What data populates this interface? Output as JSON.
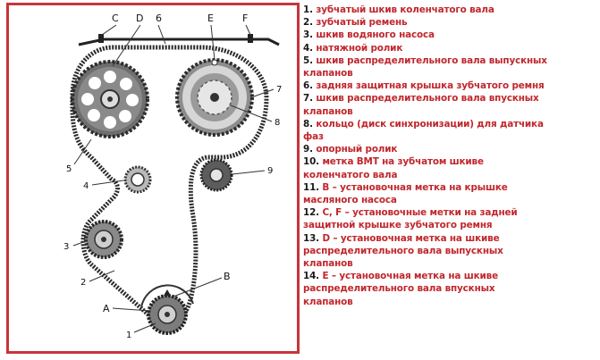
{
  "diagram": {
    "labels": {
      "C": "C",
      "D": "D",
      "six": "6",
      "E": "E",
      "F": "F",
      "seven": "7",
      "eight": "8",
      "five": "5",
      "four": "4",
      "nine": "9",
      "three": "3",
      "two": "2",
      "B": "B",
      "A": "A",
      "one": "1"
    }
  },
  "legend": [
    {
      "num": "1.",
      "lines": [
        "зубчатый шкив коленчатого вала"
      ]
    },
    {
      "num": "2.",
      "lines": [
        "зубчатый ремень"
      ]
    },
    {
      "num": "3.",
      "lines": [
        "шкив водяного насоса"
      ]
    },
    {
      "num": "4.",
      "lines": [
        "натяжной ролик"
      ]
    },
    {
      "num": "5.",
      "lines": [
        "шкив распределительного вала выпускных",
        "клапанов"
      ]
    },
    {
      "num": "6.",
      "lines": [
        "задняя защитная крышка зубчатого ремня"
      ]
    },
    {
      "num": "7.",
      "lines": [
        "шкив распределительного вала впускных",
        "клапанов"
      ]
    },
    {
      "num": "8.",
      "lines": [
        "кольцо (диск синхронизации) для датчика",
        "фаз"
      ]
    },
    {
      "num": "9.",
      "lines": [
        "опорный ролик"
      ]
    },
    {
      "num": "10.",
      "lines": [
        "метка ВМТ на зубчатом шкиве",
        "коленчатого вала"
      ]
    },
    {
      "num": "11.",
      "lines": [
        " B – установочная метка на крышке",
        "масляного насоса"
      ]
    },
    {
      "num": "12.",
      "lines": [
        "C, F – установочные метки на задней",
        "защитной крышке зубчатого ремня"
      ]
    },
    {
      "num": "13.",
      "lines": [
        "D – установочная метка на шкиве",
        "распределительного вала выпускных",
        "клапанов"
      ]
    },
    {
      "num": "14.",
      "lines": [
        "E – установочная метка на шкиве",
        "распределительного вала впускных",
        "клапанов"
      ]
    }
  ],
  "colors": {
    "accent_red": "#c0272d",
    "frame_red": "#c8343a"
  }
}
